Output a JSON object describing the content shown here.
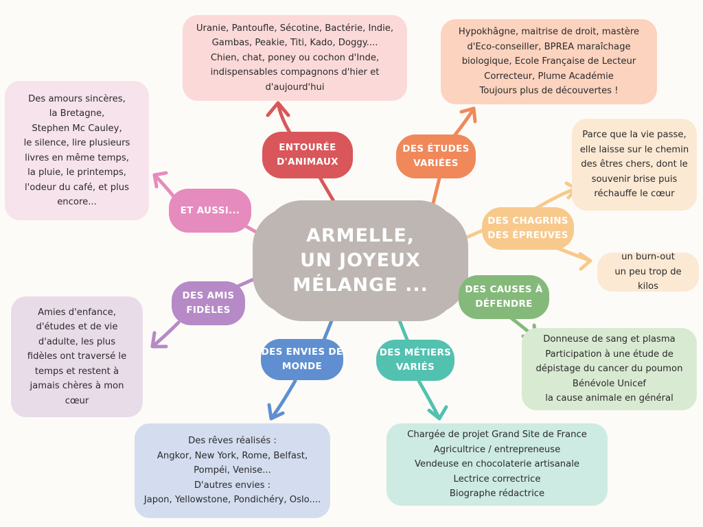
{
  "center": {
    "title": "ARMELLE,\nUN JOYEUX\nMÉLANGE ..."
  },
  "colors": {
    "background": "#fdfbf7",
    "center": "#bdb6b2",
    "animaux": "#d9565a",
    "etudes": "#f0885a",
    "chagrins": "#f8c98c",
    "causes": "#84b97a",
    "metiers": "#52c1b0",
    "envies": "#5f8fd0",
    "amis": "#b58ac6",
    "aussi": "#e68bbd"
  },
  "branches": {
    "animaux": {
      "label": "Entourée\nd'animaux",
      "text": "Uranie, Pantoufle, Sécotine, Bactérie, Indie,\nGambas, Peakie, Titi, Kado, Doggy....\nChien, chat, poney ou cochon d'Inde,\nindispensables compagnons d'hier et\nd'aujourd'hui"
    },
    "etudes": {
      "label": "Des études\nvariées",
      "text": "Hypokhâgne, maitrise de droit, mastère\nd'Eco-conseiller, BPREA maraîchage\nbiologique, Ecole Française de Lecteur\nCorrecteur, Plume Académie\nToujours plus de découvertes !"
    },
    "chagrins": {
      "label": "Des chagrins\ndes épreuves",
      "text": "Parce que la vie passe,\nelle laisse sur le chemin\ndes êtres chers, dont le\nsouvenir brise puis\nréchauffe le cœur",
      "text2": "un burn-out\nun peu trop de kilos"
    },
    "causes": {
      "label": "Des causes à\ndéfendre",
      "text": "Donneuse de sang et plasma\nParticipation à une étude de\ndépistage du cancer du poumon\nBénévole Unicef\nla cause animale en général"
    },
    "metiers": {
      "label": "Des métiers\nvariés",
      "text": "Chargée de projet Grand Site de France\nAgricultrice / entrepreneuse\nVendeuse en chocolaterie artisanale\nLectrice correctrice\nBiographe rédactrice"
    },
    "envies": {
      "label": "Des envies de\nmonde",
      "text": "Des rêves réalisés :\nAngkor, New York, Rome, Belfast,\nPompéi, Venise...\nD'autres envies :\nJapon, Yellowstone, Pondichéry, Oslo...."
    },
    "amis": {
      "label": "Des amis\nfidèles",
      "text": "Amies d'enfance,\nd'études et de vie\nd'adulte, les plus\nfidèles ont traversé le\ntemps et restent à\njamais chères à mon\ncœur"
    },
    "aussi": {
      "label": "Et aussi...",
      "text": "Des amours sincères,\nla Bretagne,\nStephen Mc Cauley,\nle silence, lire plusieurs\nlivres en même temps,\nla pluie, le printemps,\nl'odeur du café, et plus\nencore..."
    }
  }
}
